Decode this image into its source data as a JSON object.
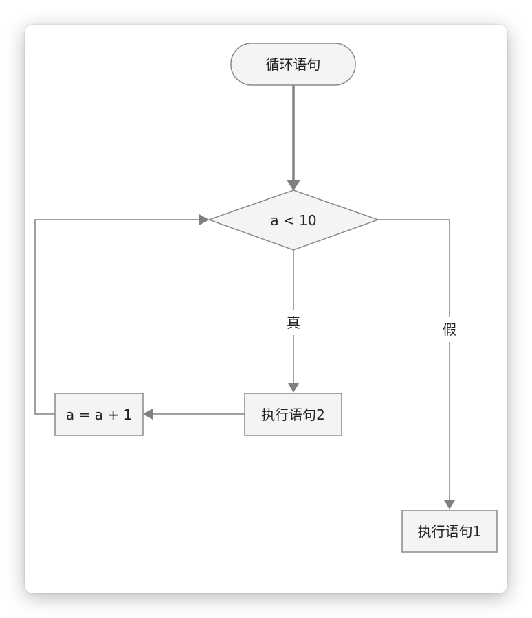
{
  "diagram": {
    "nodes": {
      "start": {
        "label": "循环语句",
        "shape": "terminator"
      },
      "condition": {
        "label": "a < 10",
        "shape": "decision"
      },
      "stmt2": {
        "label": "执行语句2",
        "shape": "process"
      },
      "increment": {
        "label": "a = a + 1",
        "shape": "process"
      },
      "stmt1": {
        "label": "执行语句1",
        "shape": "process"
      }
    },
    "edges": {
      "true_label": "真",
      "false_label": "假"
    },
    "colors": {
      "node_fill": "#f4f4f4",
      "node_stroke": "#8a8a8a",
      "edge": "#808080",
      "text": "#222222"
    }
  }
}
